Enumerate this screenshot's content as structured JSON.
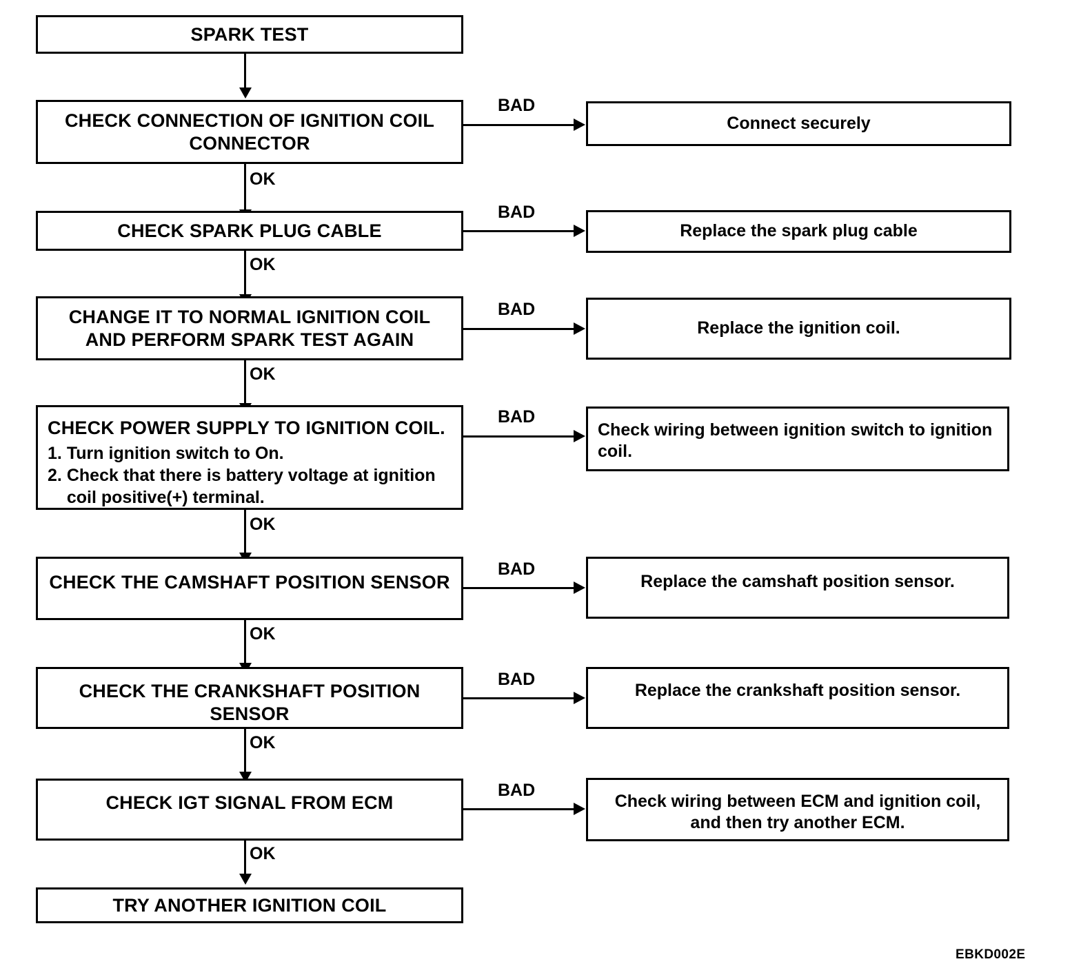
{
  "diagram": {
    "title": "SPARK TEST",
    "footer_code": "EBKD002E",
    "labels": {
      "ok": "OK",
      "bad": "BAD"
    },
    "colors": {
      "line": "#000000",
      "background": "#ffffff"
    },
    "steps": [
      {
        "id": "spark-test",
        "text": "SPARK TEST"
      },
      {
        "id": "check-connection-ignition-coil-connector",
        "text": "CHECK CONNECTION OF IGNITION COIL CONNECTOR",
        "ok": "OK",
        "bad": "BAD",
        "bad_action": "Connect securely"
      },
      {
        "id": "check-spark-plug-cable",
        "text": "CHECK SPARK PLUG CABLE",
        "ok": "OK",
        "bad": "BAD",
        "bad_action": "Replace the spark plug cable"
      },
      {
        "id": "change-to-normal-ignition-coil",
        "text": "CHANGE IT TO NORMAL IGNITION COIL AND PERFORM SPARK TEST AGAIN",
        "ok": "OK",
        "bad": "BAD",
        "bad_action": "Replace the ignition coil."
      },
      {
        "id": "check-power-supply-ignition-coil",
        "text": "CHECK POWER SUPPLY TO IGNITION COIL.",
        "substeps": [
          {
            "num": "1.",
            "text": "Turn ignition switch to On."
          },
          {
            "num": "2.",
            "text": "Check that there is battery voltage at ignition coil positive(+) terminal."
          }
        ],
        "ok": "OK",
        "bad": "BAD",
        "bad_action": "Check wiring between ignition switch to ignition coil."
      },
      {
        "id": "check-camshaft-position-sensor",
        "text": "CHECK THE CAMSHAFT POSITION SENSOR",
        "ok": "OK",
        "bad": "BAD",
        "bad_action": "Replace the camshaft position sensor."
      },
      {
        "id": "check-crankshaft-position-sensor",
        "text": "CHECK THE CRANKSHAFT POSITION SENSOR",
        "ok": "OK",
        "bad": "BAD",
        "bad_action": "Replace the crankshaft position sensor."
      },
      {
        "id": "check-igt-signal-from-ecm",
        "text": "CHECK IGT SIGNAL FROM ECM",
        "ok": "OK",
        "bad": "BAD",
        "bad_action": "Check wiring between ECM and ignition coil, and then try another ECM."
      },
      {
        "id": "try-another-ignition-coil",
        "text": "TRY ANOTHER IGNITION COIL"
      }
    ]
  }
}
